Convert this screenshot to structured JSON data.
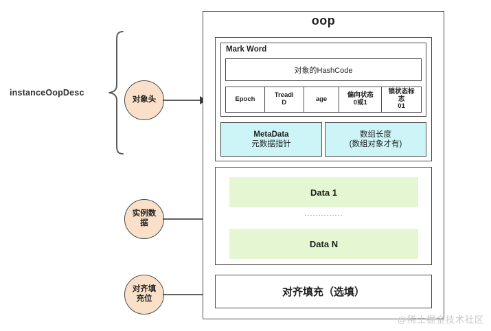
{
  "diagram": {
    "left_label": "instanceOopDesc",
    "oop_title": "oop",
    "watermark": "@稀土掘金技术社区"
  },
  "circles": [
    {
      "name": "object-header",
      "line1": "对象头",
      "line2": ""
    },
    {
      "name": "instance-data",
      "line1": "实例数",
      "line2": "据"
    },
    {
      "name": "alignment-padding",
      "line1": "对齐填",
      "line2": "充位"
    }
  ],
  "object_header": {
    "mark_word_title": "Mark Word",
    "hashcode_label": "对象的HashCode",
    "fields": [
      {
        "name": "epoch",
        "line1": "Epoch",
        "line2": ""
      },
      {
        "name": "thread-id",
        "line1": "TreadI",
        "line2": "D"
      },
      {
        "name": "age",
        "line1": "age",
        "line2": ""
      },
      {
        "name": "bias-state",
        "line1": "偏向状态",
        "line2": "0或1"
      },
      {
        "name": "lock-state",
        "line1": "锁状态标",
        "line2": "志",
        "line3": "01"
      }
    ],
    "metadata": {
      "line1": "MetaData",
      "line2": "元数据指针"
    },
    "array_length": {
      "line1": "数组长度",
      "line2": "(数组对象才有)"
    }
  },
  "instance_data": {
    "data_first": "Data 1",
    "ellipsis": "··············",
    "data_last": "Data N"
  },
  "padding": {
    "label": "对齐填充（选填）"
  },
  "colors": {
    "stroke": "#4a4a4a",
    "circle_fill": "#fae0c8",
    "cyan_fill": "#cdf4f7",
    "green_fill": "#e4f7d2",
    "watermark": "#c9c9c9"
  }
}
